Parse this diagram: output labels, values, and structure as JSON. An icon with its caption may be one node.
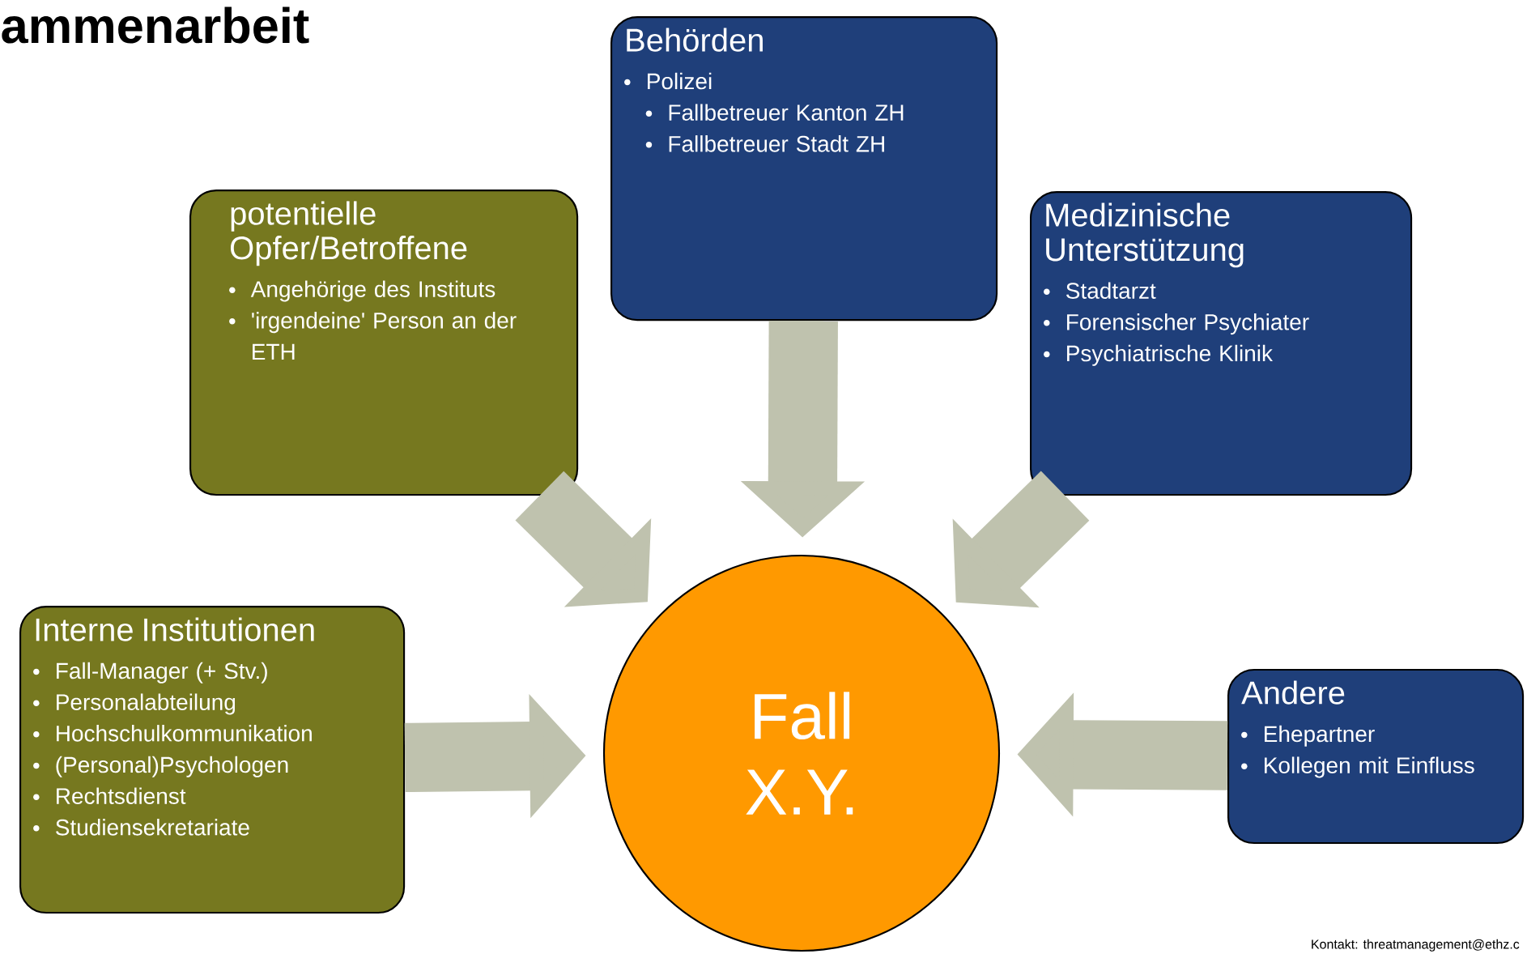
{
  "diagram": {
    "title": "ammenarbeit",
    "nodes": [
      {
        "text": [
          "Behörden",
          "Polizei",
          "Fallbetreuer Kanton ZH",
          "Fallbetreuer Stadt ZH"
        ]
      },
      {
        "text": [
          "potentielle Opfer/Betroffene",
          "Angehörige des Instituts",
          "'irgendeine' Person an der ETH"
        ]
      },
      {
        "text": [
          "Medizinische Unterstützung",
          "Stadtarzt",
          "Forensischer Psychiater",
          "Psychiatrische Klinik"
        ]
      },
      {
        "text": [
          "Interne Institutionen",
          "Fall-Manager (+ Stv.)",
          "Personalabteilung",
          "Hochschulkommunikation",
          "(Personal)Psychologen",
          "Rechtsdienst",
          "Studiensekretariate"
        ]
      },
      {
        "text": [
          "Fall X.Y."
        ]
      },
      {
        "text": [
          "Andere",
          "Ehepartner",
          "Kollegen mit Einfluss"
        ]
      }
    ],
    "edges": [
      {
        "from": 0,
        "to": 4,
        "arrow": "to"
      },
      {
        "from": 1,
        "to": 4,
        "arrow": "to"
      },
      {
        "from": 2,
        "to": 4,
        "arrow": "to"
      },
      {
        "from": 3,
        "to": 4,
        "arrow": "to"
      },
      {
        "from": 5,
        "to": 4,
        "arrow": "to"
      }
    ],
    "labels": [
      "Kontakt: threatmanagement@ethz.c"
    ]
  }
}
